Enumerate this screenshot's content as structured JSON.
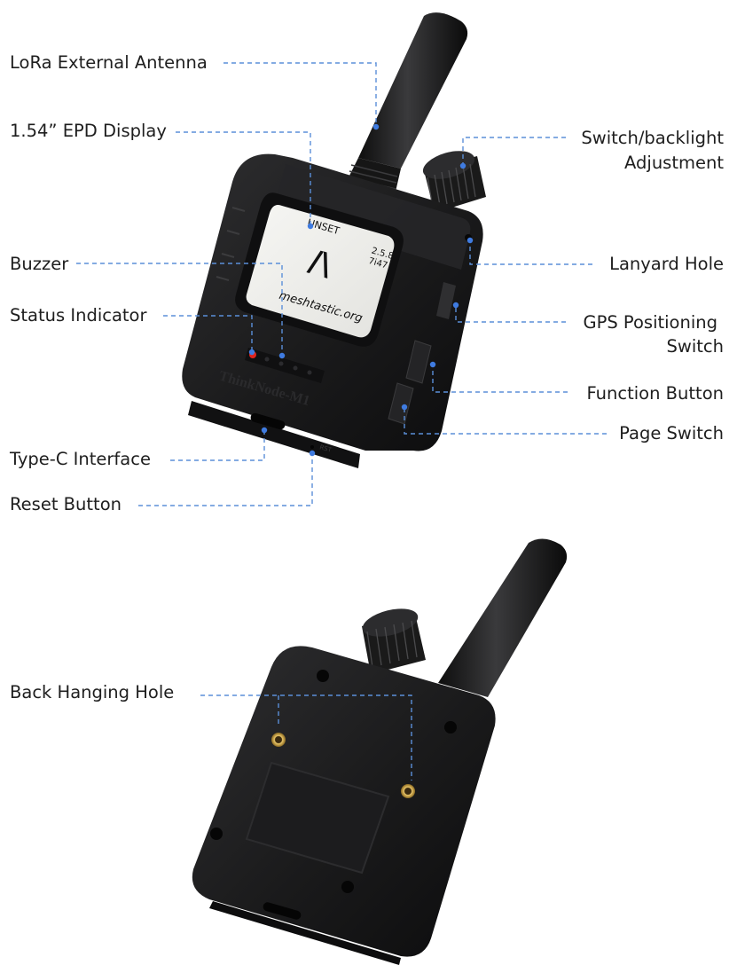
{
  "colors": {
    "leader": "#5b8fd9",
    "dot": "#3f7be0",
    "device_body": "#1b1b1c",
    "screen": "#f1f1ee",
    "led_red": "#e0241c",
    "brass": "#c9a244"
  },
  "labels": {
    "lora_antenna": "LoRa External Antenna",
    "epd_display": "1.54” EPD Display",
    "buzzer": "Buzzer",
    "status_indicator": "Status Indicator",
    "type_c": "Type-C Interface",
    "reset_button": "Reset Button",
    "switch_backlight_line1": "Switch/backlight",
    "switch_backlight_line2": "Adjustment",
    "lanyard_hole": "Lanyard Hole",
    "gps_switch_line1": "GPS Positioning",
    "gps_switch_line2": "Switch",
    "function_button": "Function Button",
    "page_switch": "Page Switch",
    "back_hanging_hole": "Back Hanging Hole"
  },
  "device": {
    "screen_status": "UNSET",
    "screen_version": "2.5.8",
    "screen_id": "7i47",
    "screen_logo": "/\\",
    "screen_url": "meshtastic.org",
    "model_name": "ThinkNode-M1",
    "reset_mark": "RST"
  }
}
